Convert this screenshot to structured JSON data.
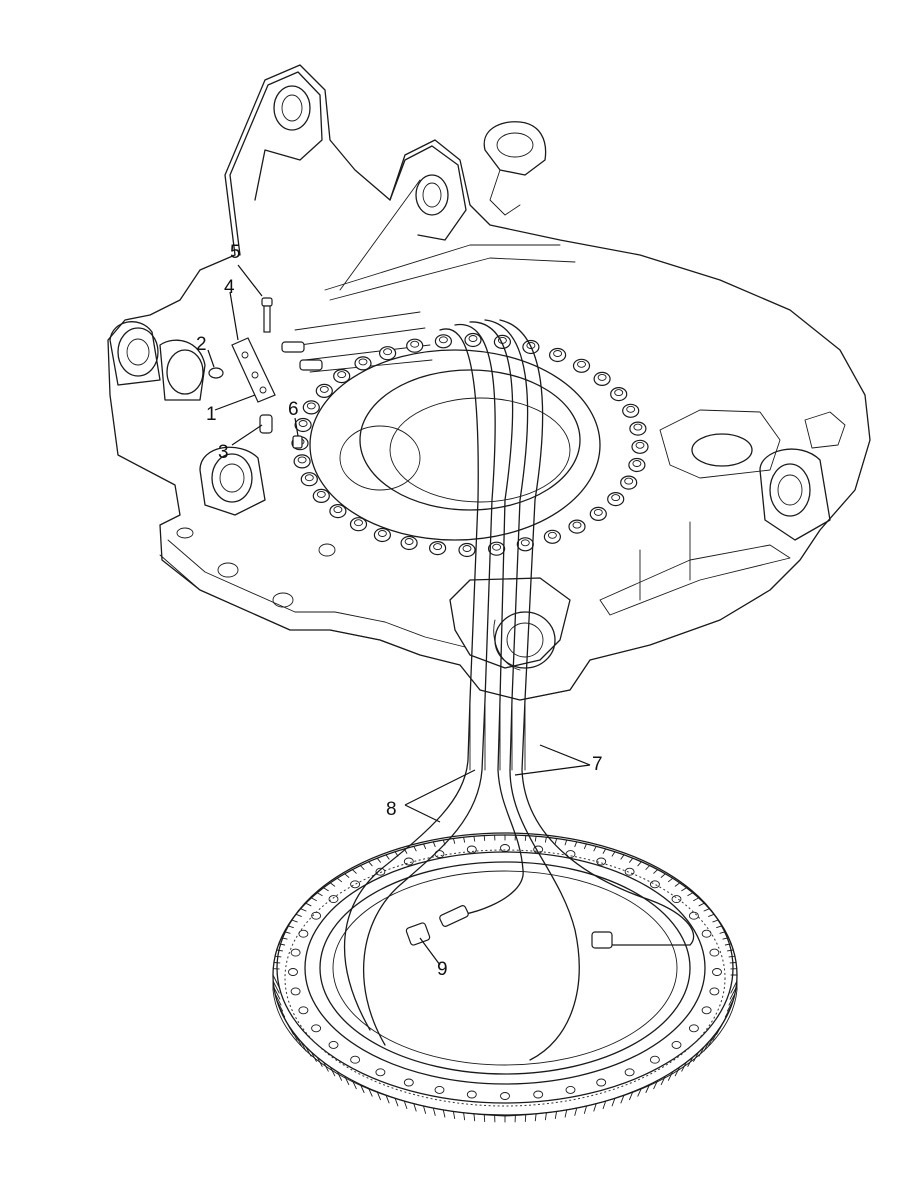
{
  "diagram": {
    "callouts": [
      {
        "id": "1",
        "text": "1"
      },
      {
        "id": "2",
        "text": "2"
      },
      {
        "id": "3",
        "text": "3"
      },
      {
        "id": "4",
        "text": "4"
      },
      {
        "id": "5",
        "text": "5"
      },
      {
        "id": "6",
        "text": "6"
      },
      {
        "id": "7",
        "text": "7"
      },
      {
        "id": "8",
        "text": "8"
      },
      {
        "id": "9",
        "text": "9"
      }
    ]
  }
}
